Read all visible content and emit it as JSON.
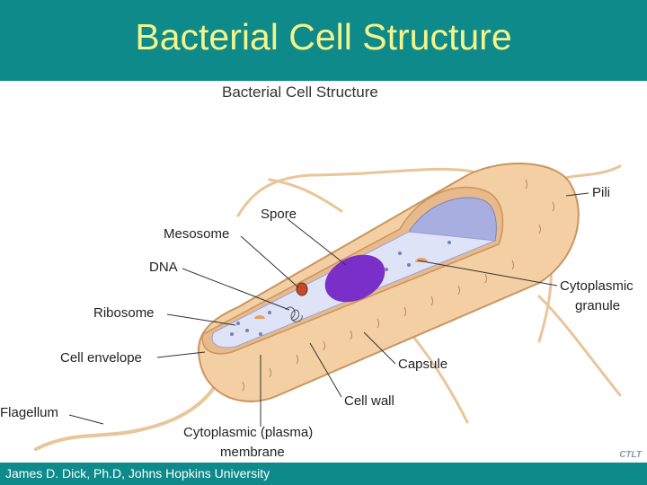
{
  "slide": {
    "title": "Bacterial Cell Structure",
    "footer": "James D. Dick, Ph.D, Johns Hopkins University",
    "logo_text": "CTLT"
  },
  "colors": {
    "title_bar": "#0f8a8a",
    "title_text": "#f4f48a",
    "cell_body": "#f3cfa3",
    "cell_outline": "#c9955f",
    "cytoplasm": "#dfe3f7",
    "inner_cap": "#a9aee0",
    "nucleoid": "#7b2fc9"
  },
  "diagram": {
    "heading": "Bacterial Cell Structure",
    "labels": {
      "spore": "Spore",
      "mesosome": "Mesosome",
      "dna": "DNA",
      "ribosome": "Ribosome",
      "cell_envelope": "Cell envelope",
      "flagellum": "Flagellum",
      "pili": "Pili",
      "cytoplasmic_granule_1": "Cytoplasmic",
      "cytoplasmic_granule_2": "granule",
      "capsule": "Capsule",
      "cell_wall": "Cell wall",
      "membrane_1": "Cytoplasmic (plasma)",
      "membrane_2": "membrane"
    }
  }
}
